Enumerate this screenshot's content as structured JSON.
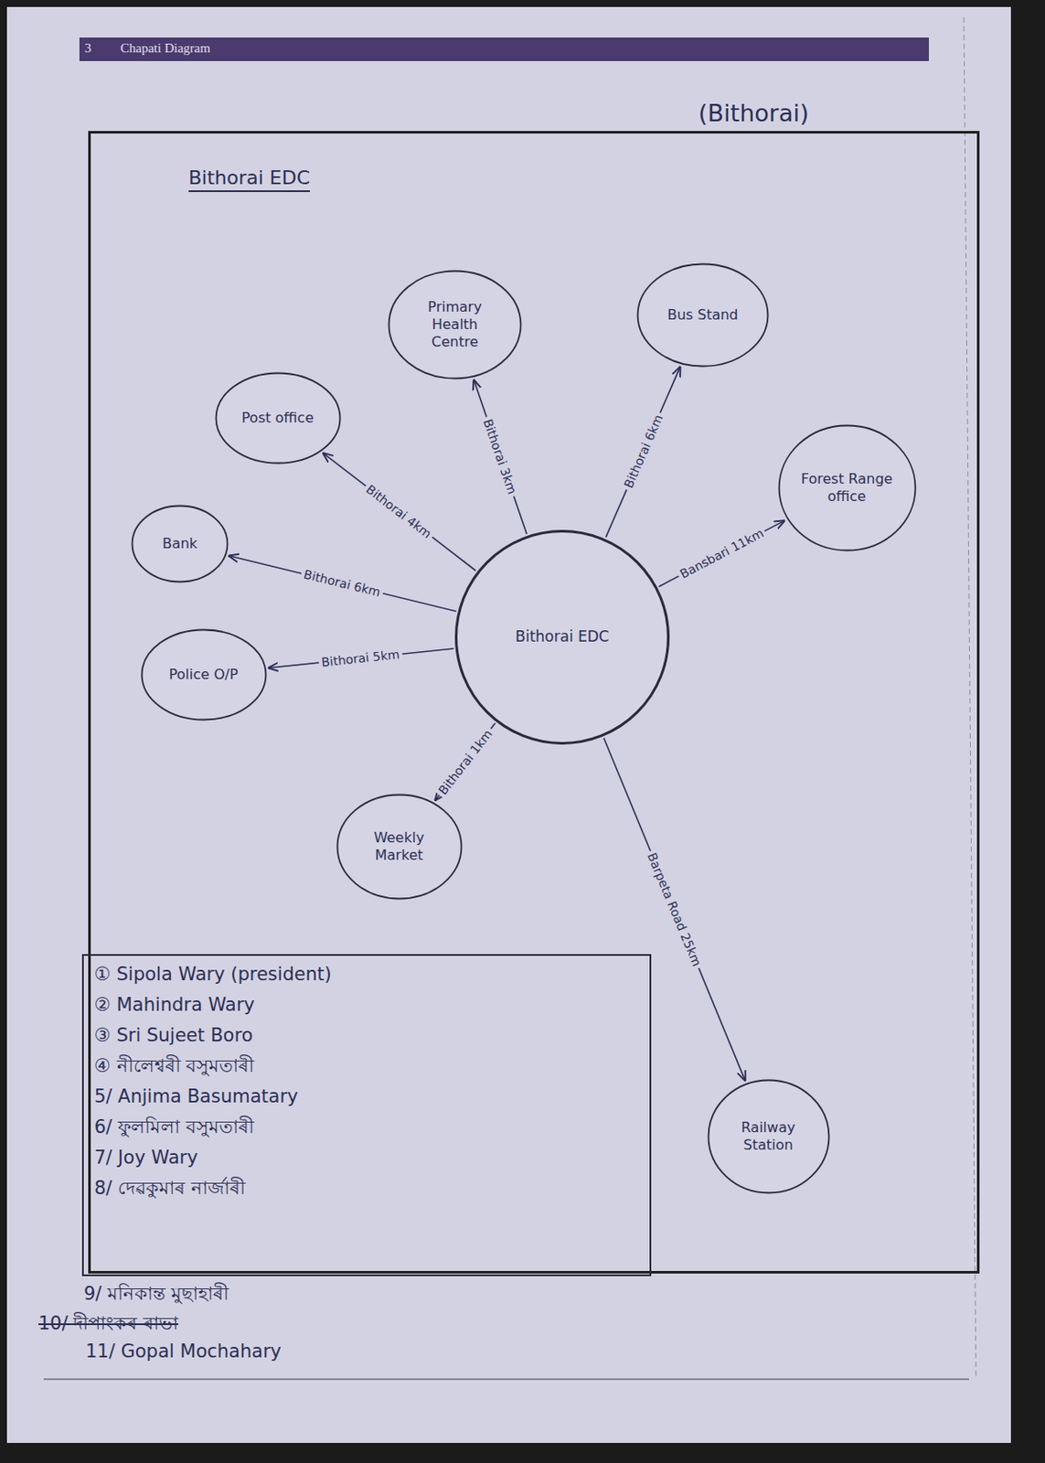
{
  "diagram": {
    "nodes": [
      {
        "text": [
          "Bithorai EDC"
        ]
      },
      {
        "text": [
          "Primary Health Centre"
        ],
        "in": 0
      },
      {
        "text": [
          "Bus Stand"
        ],
        "in": 0
      },
      {
        "text": [
          "Post office"
        ],
        "in": 0
      },
      {
        "text": [
          "Forest Range office"
        ],
        "in": 0
      },
      {
        "text": [
          "Bank"
        ],
        "in": 0
      },
      {
        "text": [
          "Bithorai EDC"
        ],
        "in": 0
      },
      {
        "text": [
          "Police O/P"
        ],
        "in": 0
      },
      {
        "text": [
          "Weekly Market"
        ],
        "in": 0
      },
      {
        "text": [
          "Railway Station"
        ],
        "in": 0
      },
      {
        "text": [
          "① Sipola Wary (president)",
          "② Mahindra Wary",
          "③ Sri Sujeet Boro",
          "④ নীলেশ্বৰী বসুমতাৰী",
          "5/ Anjima Basumatary",
          "6/ ফুলমিলা বসুমতাৰী",
          "7/ Joy Wary",
          "8/ দেৱকুমাৰ নাৰ্জাৰী"
        ],
        "in": 0
      }
    ],
    "edges": [
      {
        "from": 6,
        "to": 3,
        "arrow": "to",
        "label": "Bithorai 4km"
      },
      {
        "from": 6,
        "to": 1,
        "arrow": "to",
        "label": "Bithorai 3km"
      },
      {
        "from": 6,
        "to": 2,
        "arrow": "to",
        "label": "Bithorai 6km"
      },
      {
        "from": 6,
        "to": 4,
        "arrow": "to",
        "label": "Bansbari 11km"
      },
      {
        "from": 6,
        "to": 5,
        "arrow": "to",
        "label": "Bithorai 6km"
      },
      {
        "from": 6,
        "to": 7,
        "arrow": "to",
        "label": "Bithorai 5km"
      },
      {
        "from": 6,
        "to": 8,
        "arrow": "to",
        "label": "Bithorai 1km"
      },
      {
        "from": 6,
        "to": 9,
        "arrow": "to",
        "label": "Barpeta Road 25km"
      }
    ],
    "labels": [
      "3",
      "Chapati Diagram",
      "(Bithorai)",
      "9/ মনিকান্ত মুছাহাৰী",
      "10/ দীপাংকৰ ৰাভা",
      "11/ Gopal Mochahary"
    ]
  }
}
